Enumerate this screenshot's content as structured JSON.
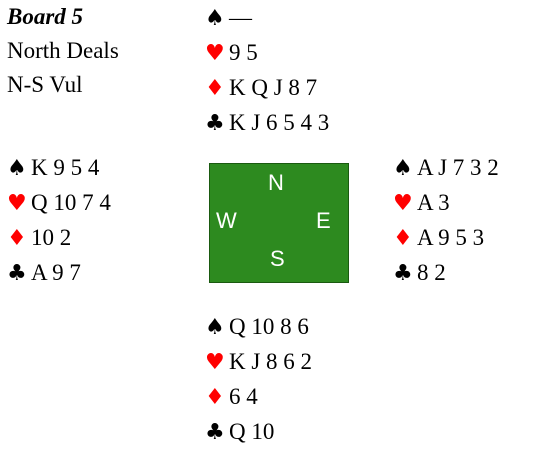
{
  "board": {
    "title": "Board 5",
    "dealer": "North Deals",
    "vulnerability": "N-S Vul"
  },
  "compass": {
    "north": "N",
    "south": "S",
    "west": "W",
    "east": "E"
  },
  "suit_symbols": {
    "spades": "♠",
    "hearts": "♥",
    "diamonds": "♦",
    "clubs": "♣"
  },
  "colors": {
    "red_suit": "#ff0000",
    "black_suit": "#000000",
    "table": "#2d8a1f"
  },
  "hands": {
    "north": {
      "spades": "—",
      "hearts": "9 5",
      "diamonds": "K Q J 8 7",
      "clubs": "K J 6 5 4 3"
    },
    "west": {
      "spades": "K 9 5 4",
      "hearts": "Q 10 7 4",
      "diamonds": "10 2",
      "clubs": "A 9 7"
    },
    "east": {
      "spades": "A J 7 3 2",
      "hearts": "A 3",
      "diamonds": "A 9 5 3",
      "clubs": "8 2"
    },
    "south": {
      "spades": "Q 10 8 6",
      "hearts": "K J 8 6 2",
      "diamonds": "6 4",
      "clubs": "Q 10"
    }
  }
}
